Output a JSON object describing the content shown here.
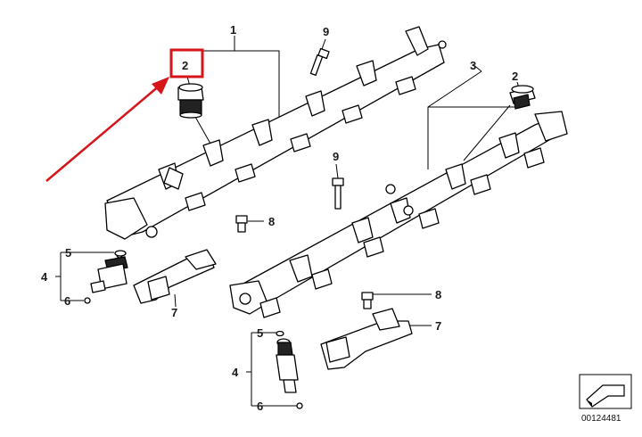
{
  "callouts": {
    "c1": "1",
    "c2_left": "2",
    "c2_right": "2",
    "c3": "3",
    "c4_left": "4",
    "c4_right": "4",
    "c5_left": "5",
    "c5_right": "5",
    "c6_left": "6",
    "c6_right": "6",
    "c7_left": "7",
    "c7_right": "7",
    "c8_left": "8",
    "c8_right": "8",
    "c9_top": "9",
    "c9_mid": "9"
  },
  "highlight_color": "#d6141a",
  "diagram_number": "00124481",
  "icons": {
    "corner_icon": "arrow-sheet-icon"
  }
}
